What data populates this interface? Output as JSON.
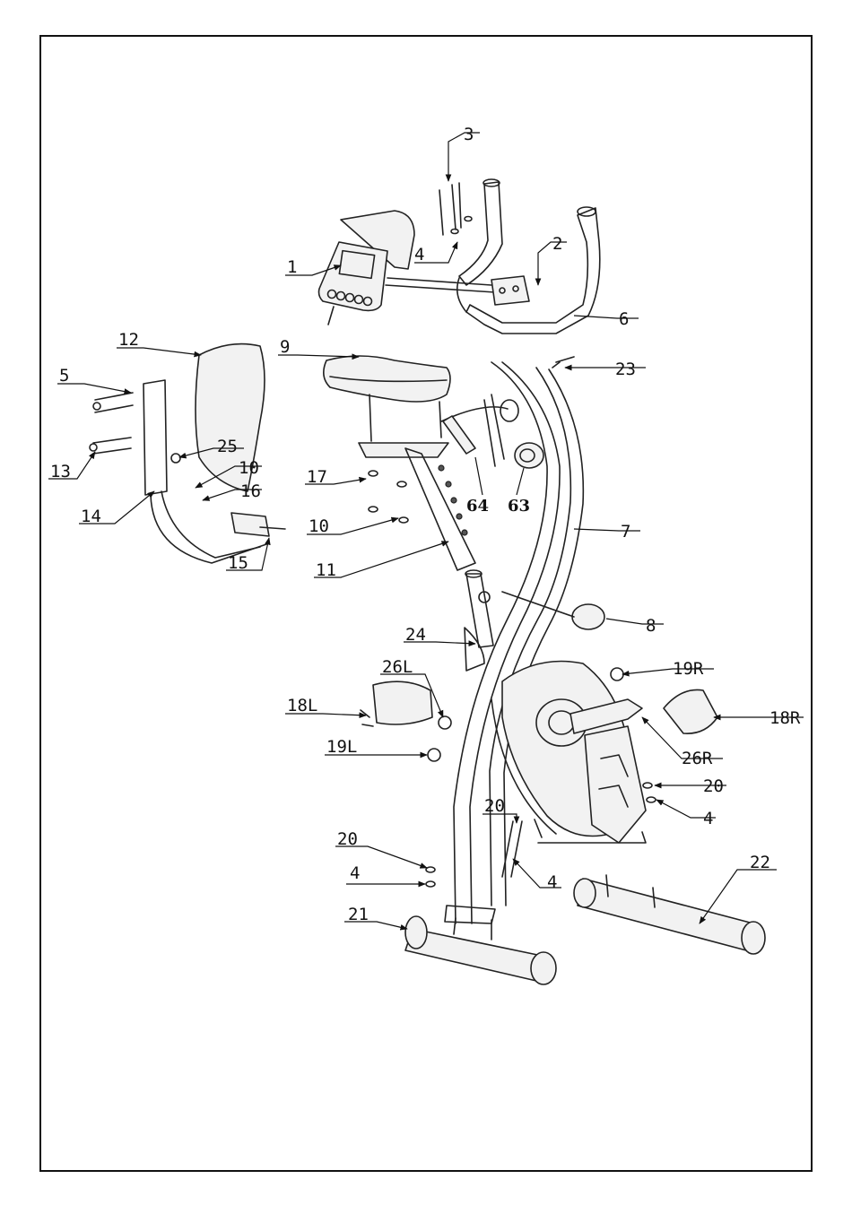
{
  "diagram": {
    "labels": {
      "l1": "1",
      "l2": "2",
      "l3": "3",
      "l4a": "4",
      "l4b": "4",
      "l4c": "4",
      "l4d": "4",
      "l5": "5",
      "l6": "6",
      "l7": "7",
      "l8": "8",
      "l9": "9",
      "l10a": "10",
      "l10b": "10",
      "l11": "11",
      "l12": "12",
      "l13": "13",
      "l14": "14",
      "l15": "15",
      "l16": "16",
      "l17": "17",
      "l18L": "18L",
      "l18R": "18R",
      "l19L": "19L",
      "l19R": "19R",
      "l20a": "20",
      "l20b": "20",
      "l20c": "20",
      "l21": "21",
      "l22": "22",
      "l23": "23",
      "l24": "24",
      "l25": "25",
      "l26L": "26L",
      "l26R": "26R",
      "l63": "63",
      "l64": "64"
    }
  }
}
